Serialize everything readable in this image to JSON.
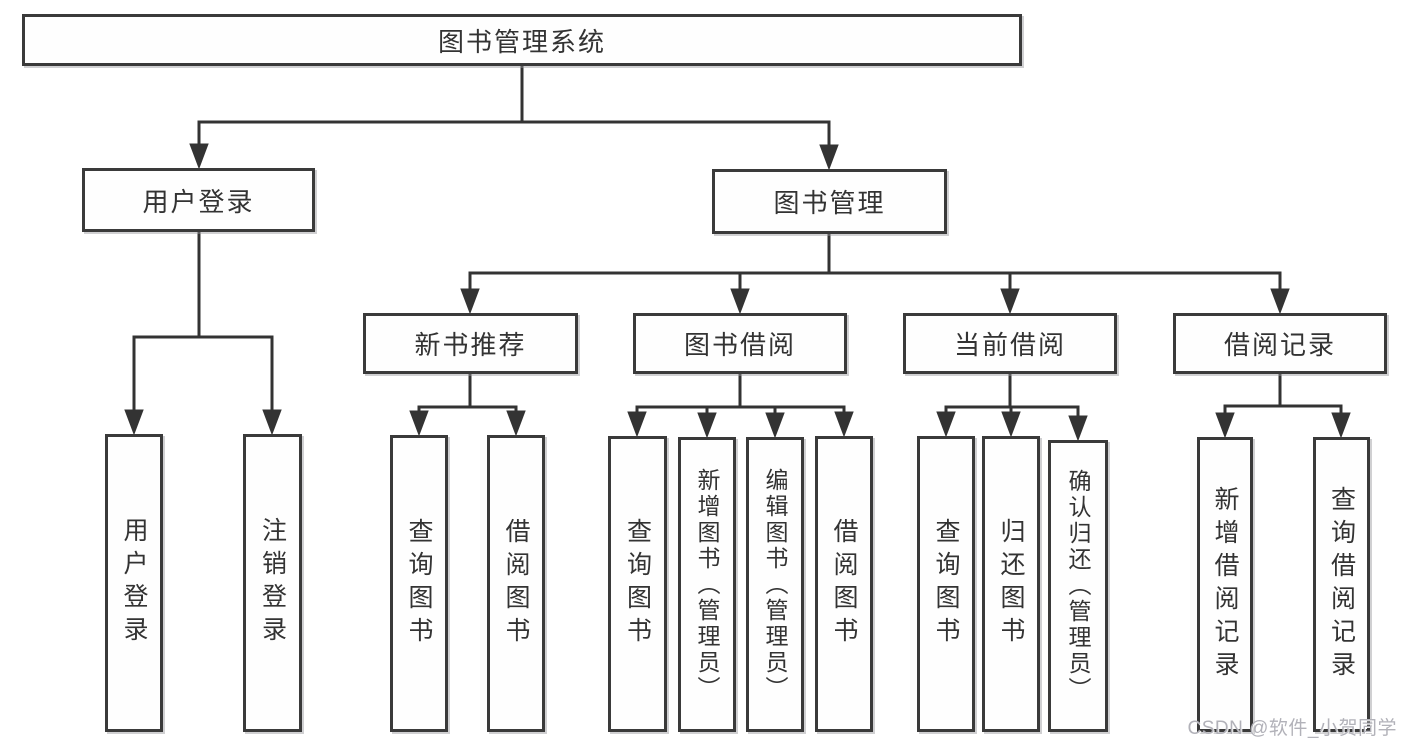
{
  "tree": {
    "root": {
      "label": "图书管理系统",
      "children": [
        {
          "label": "用户登录",
          "children": [
            {
              "label": "用户登录"
            },
            {
              "label": "注销登录"
            }
          ]
        },
        {
          "label": "图书管理",
          "children": [
            {
              "label": "新书推荐",
              "children": [
                {
                  "label": "查询图书"
                },
                {
                  "label": "借阅图书"
                }
              ]
            },
            {
              "label": "图书借阅",
              "children": [
                {
                  "label": "查询图书"
                },
                {
                  "label": "新增图书（管理员）"
                },
                {
                  "label": "编辑图书（管理员）"
                },
                {
                  "label": "借阅图书"
                }
              ]
            },
            {
              "label": "当前借阅",
              "children": [
                {
                  "label": "查询图书"
                },
                {
                  "label": "归还图书"
                },
                {
                  "label": "确认归还（管理员）"
                }
              ]
            },
            {
              "label": "借阅记录",
              "children": [
                {
                  "label": "新增借阅记录"
                },
                {
                  "label": "查询借阅记录"
                }
              ]
            }
          ]
        }
      ]
    }
  },
  "watermark": {
    "text": "CSDN @软件_小贺同学"
  },
  "colors": {
    "line": "#333333",
    "box_border": "#3a3a3a",
    "text": "#333333",
    "background": "#ffffff",
    "watermark": "#b2b2b9"
  }
}
